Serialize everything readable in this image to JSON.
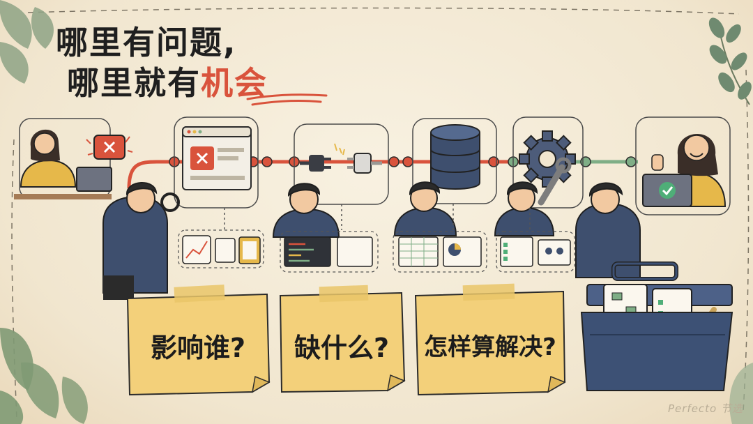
{
  "title": {
    "line1": "哪里有问题,",
    "line2_prefix": "哪里就有",
    "line2_accent": "机会"
  },
  "notes": [
    {
      "text": "影响谁?"
    },
    {
      "text": "缺什么?"
    },
    {
      "text": "怎样算解决?"
    }
  ],
  "watermark": "Perfecto 节选",
  "colors": {
    "accent": "#d9533c",
    "pipe_red": "#d9533c",
    "pipe_green": "#7fae86",
    "note": "#f3d07a",
    "toolbox": "#3d5175",
    "hoodie": "#3e4f6e",
    "shirt_yellow": "#e6b84a"
  },
  "icons": [
    "browser-error-icon",
    "plug-icon",
    "database-icon",
    "gear-wrench-icon",
    "success-laptop-icon"
  ]
}
